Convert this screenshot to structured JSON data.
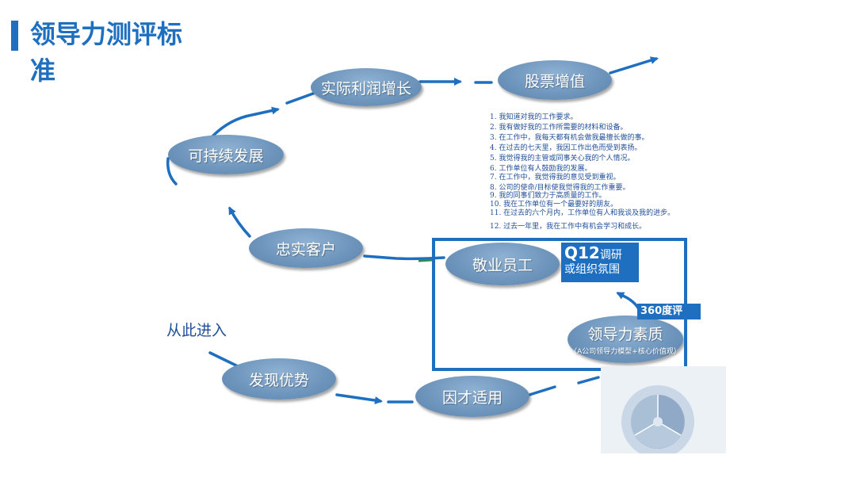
{
  "title_lines": [
    "领导力测评标",
    "准"
  ],
  "nodes": {
    "profit": "实际利润增长",
    "stock": "股票增值",
    "sustainable": "可持续发展",
    "loyal": "忠实客户",
    "engaged": "敬业员工",
    "leadership": "领导力素质",
    "leadership_sub": "（A公司领导力模型+核心价值观）",
    "strengths": "发现优势",
    "fit": "因才适用"
  },
  "q12": {
    "prefix": "Q12",
    "line1_rest": "调研",
    "line2": "或组织氛围"
  },
  "eval360": "360度评",
  "entry": "从此进入",
  "q12_items": [
    "1. 我知道对我的工作要求。",
    "2. 我有做好我的工作所需要的材料和设备。",
    "3. 在工作中，我每天都有机会做我最擅长做的事。",
    "4.      在过去的七天里，我因工作出色而受到表扬。",
    "5.      我觉得我的主管或同事关心我的个人情况。",
    "6.      工作单位有人鼓励我的发展。",
    "7. 在工作中，我觉得我的意见受到重视。",
    "8. 公司的使命/目标使我觉得我的工作重要。",
    "9. 我的同事们致力于高质量的工作。",
    "10. 我在工作单位有一个最要好的朋友。",
    "11. 在过去的六个月内，工作单位有人和我谈及我的进步。",
    "12. 过去一年里，我在工作中有机会学习和成长。"
  ],
  "colors": {
    "accent": "#1f6fc1",
    "node": "#6f96bd",
    "arrow": "#1f6fc1",
    "text": "#1f4e99"
  }
}
